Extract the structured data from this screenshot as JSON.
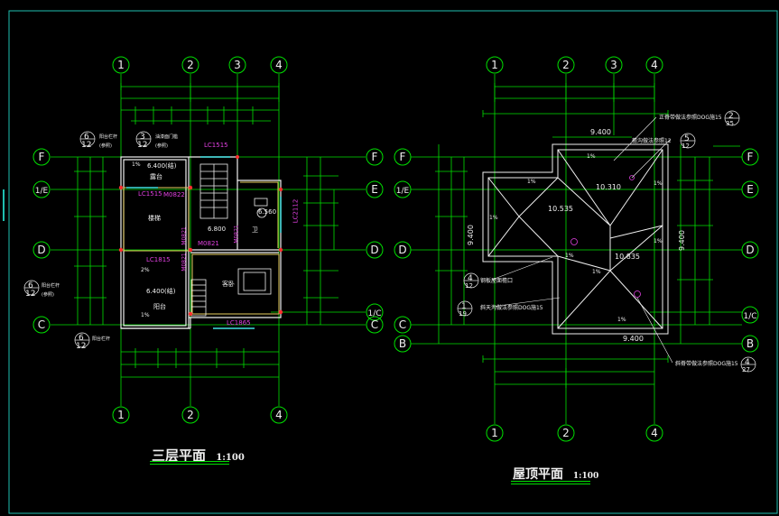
{
  "colors": {
    "background": "#000000",
    "grid": "#00e000",
    "wall": "#f0f0f0",
    "frame": "#1fbfb0",
    "magenta": "#e040e0",
    "accent_red": "#ff3030",
    "yellow": "#e8d060",
    "cyan": "#40e0e0"
  },
  "plan_third_floor": {
    "title": "三层平面",
    "scale": "1:100",
    "axes_top": [
      "1",
      "2",
      "3",
      "4"
    ],
    "axes_bottom": [
      "1",
      "2",
      "4"
    ],
    "axes_left": [
      "F",
      "1/E",
      "D",
      "C"
    ],
    "axes_right": [
      "F",
      "E",
      "D",
      "1/C",
      "C"
    ],
    "windows": [
      "LC1515",
      "LC1515",
      "LC1815",
      "LC1865",
      "LC2112"
    ],
    "doors": [
      "M0822",
      "M0821",
      "M0821",
      "M0821",
      "M0821"
    ],
    "levels": [
      "6.400(结)",
      "6.800",
      "6.560",
      "6.400(结)"
    ],
    "rooms": [
      "露台",
      "楼梯",
      "卫",
      "客卧",
      "阳台"
    ],
    "slopes": [
      "1%",
      "2%",
      "1%"
    ],
    "refs": [
      {
        "num": "6",
        "den": "12",
        "text": "阳台栏杆",
        "sub": "(参照)"
      },
      {
        "num": "3",
        "den": "12",
        "text": "油漆面门槛",
        "sub": "(参照)"
      },
      {
        "num": "6",
        "den": "12",
        "text": "阳台栏杆",
        "sub": "(参照)"
      },
      {
        "num": "6",
        "den": "12",
        "text": "阳台栏杆",
        "sub": ""
      }
    ]
  },
  "plan_roof": {
    "title": "屋顶平面",
    "scale": "1:100",
    "axes_top": [
      "1",
      "2",
      "3",
      "4"
    ],
    "axes_bottom": [
      "1",
      "2",
      "4"
    ],
    "axes_left": [
      "F",
      "1/E",
      "D",
      "C",
      "B"
    ],
    "axes_right": [
      "F",
      "E",
      "D",
      "1/C",
      "B"
    ],
    "dims": [
      "9.400",
      "9.400",
      "9.400",
      "9.400"
    ],
    "levels": [
      "10.310",
      "10.535",
      "10.835"
    ],
    "slopes": [
      "1%",
      "1%",
      "1%",
      "1%",
      "1%",
      "1%",
      "1%",
      "1%"
    ],
    "notes": [
      "正脊带做法参照DOG施15",
      "檐沟做法参照12",
      "钢板屋面檐口",
      "斜天沟做法参照DOG施15",
      "斜脊带做法参照DOG施15"
    ],
    "refs": [
      {
        "num": "2",
        "den": "35"
      },
      {
        "num": "5",
        "den": "12"
      },
      {
        "num": "4",
        "den": "12"
      },
      {
        "num": "1",
        "den": "19"
      },
      {
        "num": "4",
        "den": "27"
      }
    ]
  }
}
